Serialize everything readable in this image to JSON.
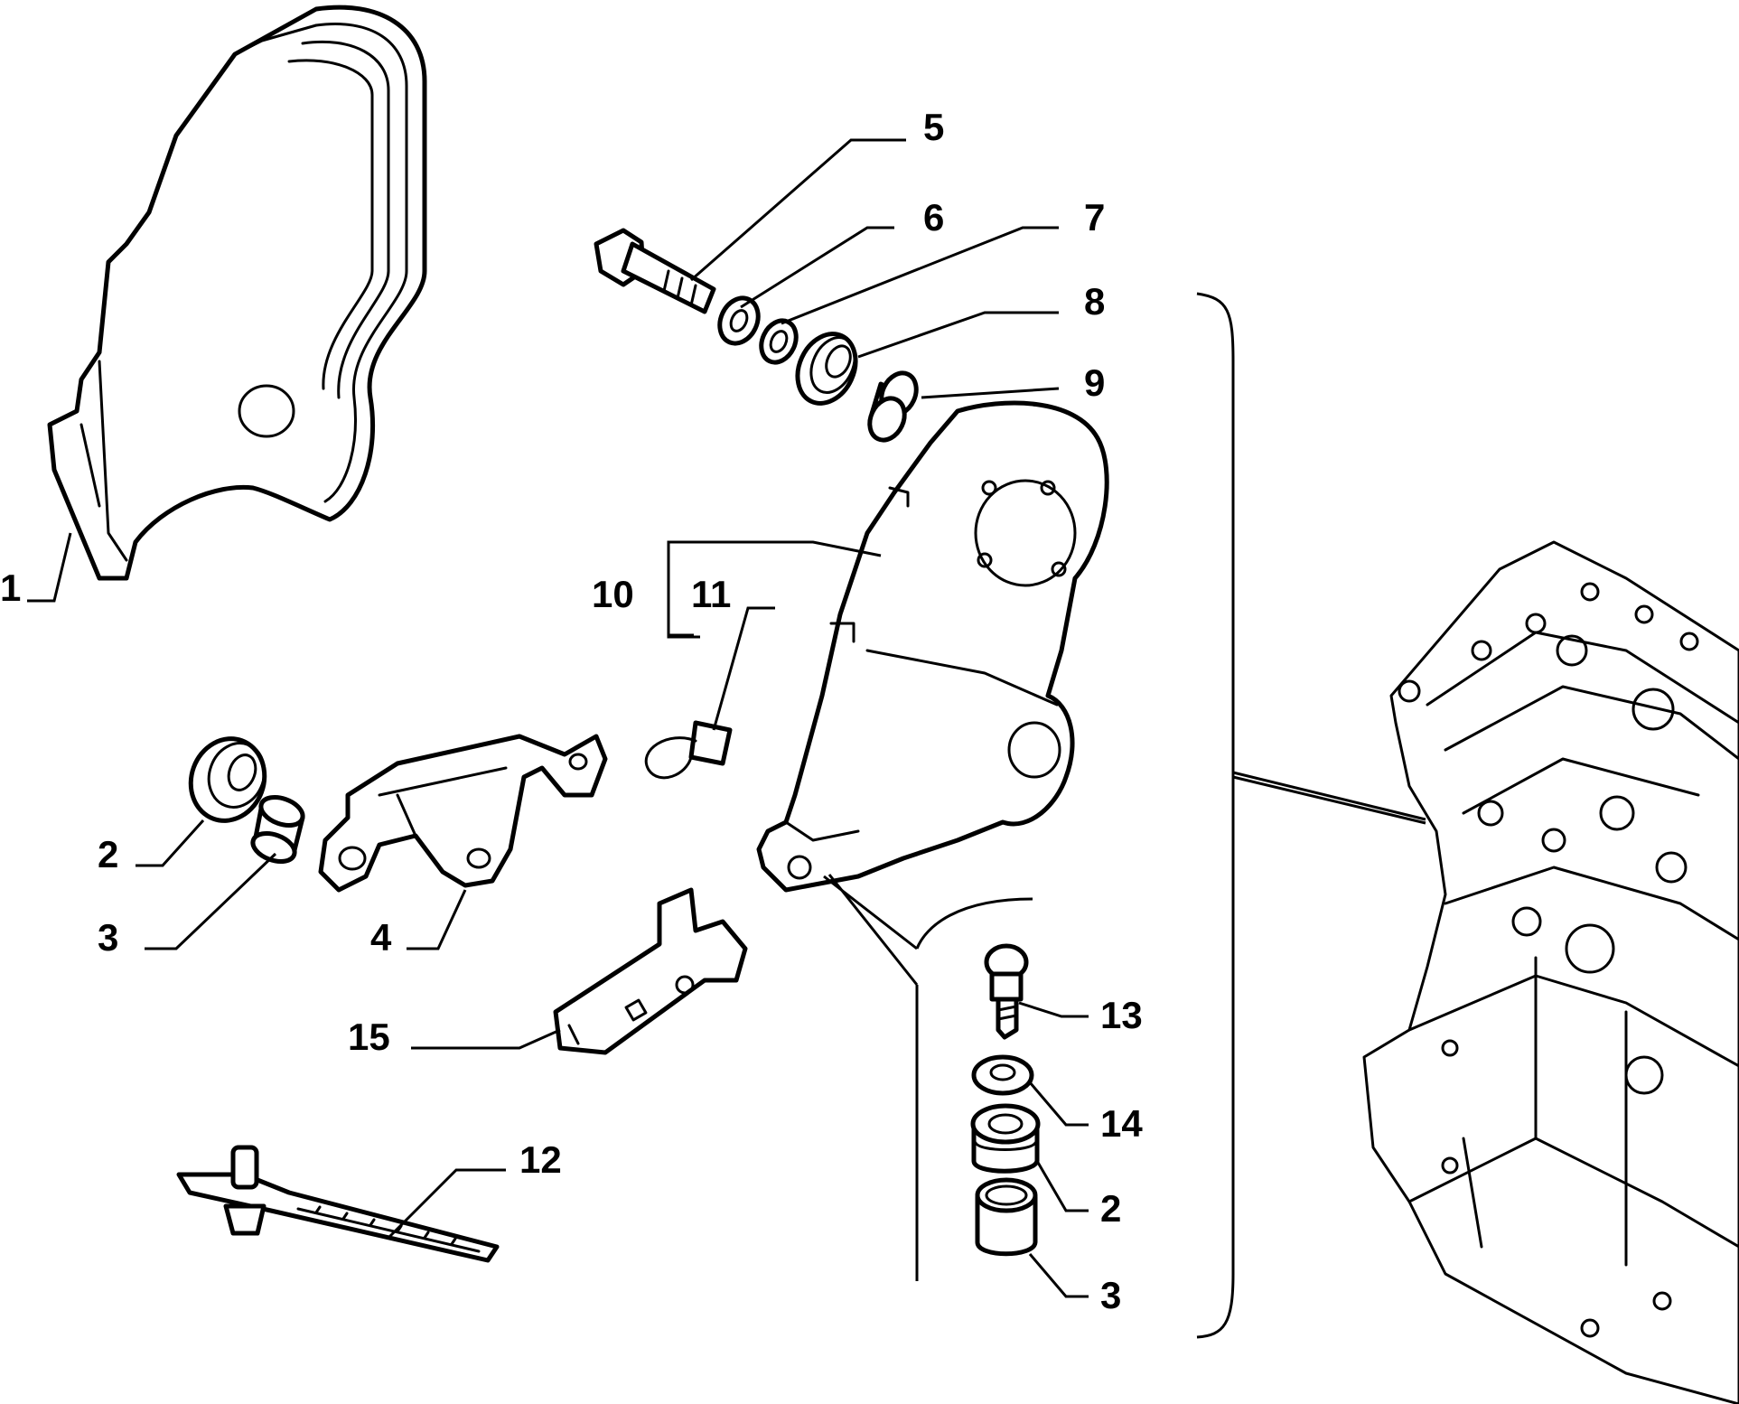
{
  "callouts": {
    "c1": "1",
    "c2a": "2",
    "c3a": "3",
    "c4": "4",
    "c5": "5",
    "c6": "6",
    "c7": "7",
    "c8": "8",
    "c9": "9",
    "c10": "10",
    "c11": "11",
    "c12": "12",
    "c13": "13",
    "c14": "14",
    "c2b": "2",
    "c3b": "3",
    "c15": "15"
  },
  "parts": [
    {
      "callout": "1",
      "icon": "outer-timing-cover-icon"
    },
    {
      "callout": "2",
      "icon": "rubber-grommet-icon"
    },
    {
      "callout": "3",
      "icon": "spacer-bushing-icon"
    },
    {
      "callout": "4",
      "icon": "cover-bracket-icon"
    },
    {
      "callout": "5",
      "icon": "bolt-icon"
    },
    {
      "callout": "6",
      "icon": "washer-icon"
    },
    {
      "callout": "7",
      "icon": "washer-icon"
    },
    {
      "callout": "8",
      "icon": "rubber-grommet-icon"
    },
    {
      "callout": "9",
      "icon": "spacer-bushing-icon"
    },
    {
      "callout": "10",
      "icon": "inner-timing-cover-icon"
    },
    {
      "callout": "11",
      "icon": "clip-icon"
    },
    {
      "callout": "12",
      "icon": "cable-tie-icon"
    },
    {
      "callout": "13",
      "icon": "bolt-icon"
    },
    {
      "callout": "14",
      "icon": "washer-icon"
    },
    {
      "callout": "15",
      "icon": "support-bracket-icon"
    }
  ]
}
